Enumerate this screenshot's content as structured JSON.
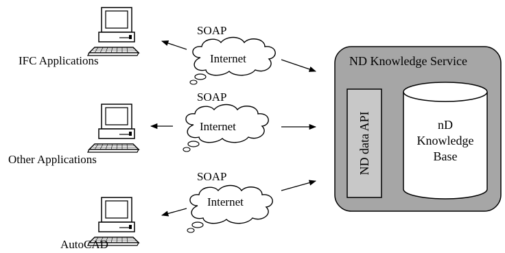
{
  "clients": [
    {
      "label": "IFC Applications"
    },
    {
      "label": "Other Applications"
    },
    {
      "label": "AutoCAD"
    }
  ],
  "connections": [
    {
      "protocol": "SOAP",
      "network": "Internet"
    },
    {
      "protocol": "SOAP",
      "network": "Internet"
    },
    {
      "protocol": "SOAP",
      "network": "Internet"
    }
  ],
  "service": {
    "title": "ND Knowledge Service",
    "api_label": "ND data API",
    "kb_line1": "nD",
    "kb_line2": "Knowledge",
    "kb_line3": "Base"
  },
  "colors": {
    "service_fill": "#a6a6a6",
    "api_fill": "#c8c8c8",
    "kb_fill": "#ffffff",
    "stroke": "#000000"
  }
}
